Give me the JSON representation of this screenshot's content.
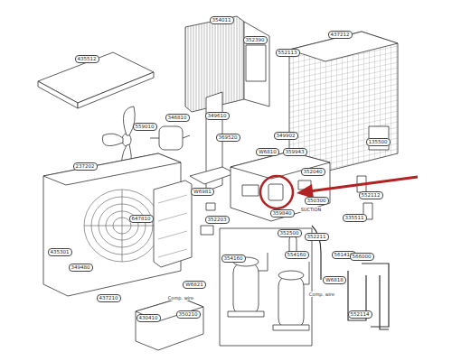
{
  "diagram": {
    "labels": [
      "435512",
      "354011",
      "352390",
      "552113",
      "437212",
      "559010",
      "346810",
      "349610",
      "349902",
      "359943",
      "135500",
      "369520",
      "237202",
      "W6810",
      "352040",
      "335511",
      "552112",
      "647810",
      "W6981",
      "352203",
      "350300",
      "SUCTION",
      "359840",
      "352500",
      "352211",
      "435301",
      "349480",
      "354160",
      "554160",
      "561410",
      "566000",
      "437210",
      "W6821",
      "Comp. wire",
      "W6818",
      "Comp. wire",
      "430410",
      "350210",
      "552114"
    ]
  }
}
